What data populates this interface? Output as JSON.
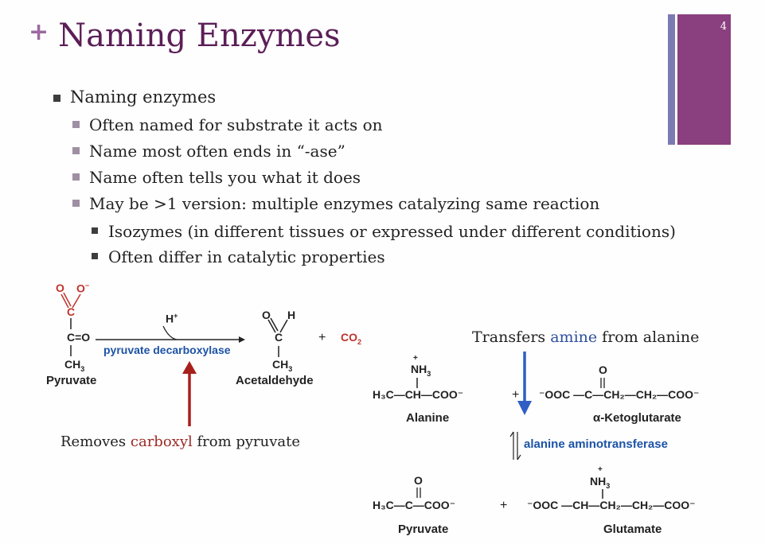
{
  "slide": {
    "title_plus": "+",
    "title": "Naming Enzymes",
    "page_number": "4"
  },
  "bullets": {
    "l1": "Naming enzymes",
    "l2": [
      "Often named for substrate it acts on",
      "Name most often ends in “-ase”",
      "Name often tells you what it does",
      "May be >1 version: multiple enzymes catalyzing same reaction"
    ],
    "l3": [
      "Isozymes (in different tissues or expressed under different conditions)",
      "Often differ in catalytic properties"
    ]
  },
  "reaction1": {
    "o_left": "O",
    "o_right": "O",
    "o_charge": "−",
    "carbon": "C",
    "c_double_o": "C=O",
    "ch3": "CH",
    "ch3_sub": "3",
    "substrate": "Pyruvate",
    "h_plus": "H",
    "h_plus_sup": "+",
    "enzyme": "pyruvate decarboxylase",
    "prod_o": "O",
    "prod_h": "H",
    "prod_c": "C",
    "prod_ch3": "CH",
    "prod_ch3_sub": "3",
    "product": "Acetaldehyde",
    "plus": "+",
    "co2": "CO",
    "co2_sub": "2",
    "note_pre": "Removes ",
    "note_hl": "carboxyl",
    "note_post": " from pyruvate"
  },
  "reaction2": {
    "note_pre": "Transfers ",
    "note_hl": "amine",
    "note_post": " from alanine",
    "plus_charge": "+",
    "nh3": "NH",
    "nh3_sub": "3",
    "alanine_chain": "H₃C—CH—COO⁻",
    "alanine": "Alanine",
    "plus1": "+",
    "akg_o": "O",
    "akg_chain": "⁻OOC —C—CH₂—CH₂—COO⁻",
    "akg": "α-Ketoglutarate",
    "enzyme": "alanine aminotransferase",
    "pyr_o": "O",
    "pyr_chain": "H₃C—C—COO⁻",
    "pyruvate": "Pyruvate",
    "plus2": "+",
    "glu_plus": "+",
    "glu_nh3": "NH",
    "glu_nh3_sub": "3",
    "glu_chain": "⁻OOC —CH—CH₂—CH₂—COO⁻",
    "glutamate": "Glutamate"
  },
  "colors": {
    "title": "#5b1e57",
    "accent_purple": "#8a3f7e",
    "accent_blue": "#7b7bb4",
    "arrow_red": "#a8201c",
    "arrow_blue": "#2f5fc4"
  }
}
